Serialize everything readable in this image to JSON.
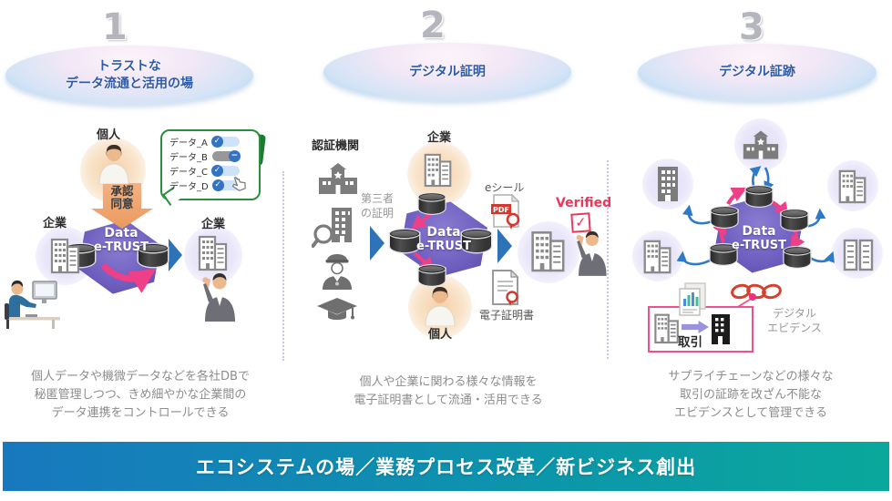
{
  "colors": {
    "hexagon_purple": "#6a5bbf",
    "arrow_pink": "#ee3f87",
    "arrow_blue": "#2e72b8",
    "banner_gradient_left": "#1878be",
    "banner_gradient_right": "#0aa89b",
    "title_blue": "#2e5ba8",
    "verified_red": "#e8395c",
    "chain_red": "#d5402f",
    "bubble_green": "#2a8f3c",
    "box_pink": "#ee4f8d",
    "approval_orange": "#eb9a5f"
  },
  "steps": [
    {
      "number": "1",
      "title_lines": [
        "トラストな",
        "データ流通と活用の場"
      ],
      "description": [
        "個人データや機微データなどを各社DBで",
        "秘匿管理しつつ、きめ細やかな企業間の",
        "データ連携をコントロールできる"
      ]
    },
    {
      "number": "2",
      "title_lines": [
        "デジタル証明"
      ],
      "description": [
        "個人や企業に関わる様々な情報を",
        "電子証明書として流通・活用できる"
      ]
    },
    {
      "number": "3",
      "title_lines": [
        "デジタル証跡"
      ],
      "description": [
        "サプライチェーンなどの様々な",
        "取引の証跡を改ざん不能な",
        "エビデンスとして管理できる"
      ]
    }
  ],
  "panel1": {
    "kojin_label": "個人",
    "approval": [
      "承認",
      "同意"
    ],
    "kigyo_left_label": "企業",
    "kigyo_right_label": "企業",
    "hexagon": {
      "line1": "Data",
      "line2": "e-TRUST"
    },
    "toggle_on_glyph": "✓",
    "toggle_off_glyph": "−",
    "toggles": [
      {
        "label": "データ_A",
        "state": "on"
      },
      {
        "label": "データ_B",
        "state": "off"
      },
      {
        "label": "データ_C",
        "state": "on"
      },
      {
        "label": "データ_D",
        "state": "on"
      }
    ]
  },
  "panel2": {
    "authority_label": "認証機関",
    "third_party": [
      "第三者",
      "の証明"
    ],
    "kigyo_label": "企業",
    "kojin_label": "個人",
    "hexagon": {
      "line1": "Data",
      "line2": "e-TRUST"
    },
    "eseal_label": "eシール",
    "pdf_label": "PDF",
    "verified_label": "Verified",
    "verified_check": "✓",
    "cert_label": "電子証明書"
  },
  "panel3": {
    "hexagon": {
      "line1": "Data",
      "line2": "e-TRUST"
    },
    "transaction_label": "取引",
    "evidence_lines": [
      "デジタル",
      "エビデンス"
    ]
  },
  "banner": {
    "text": "エコシステムの場／業務プロセス改革／新ビジネス創出"
  }
}
